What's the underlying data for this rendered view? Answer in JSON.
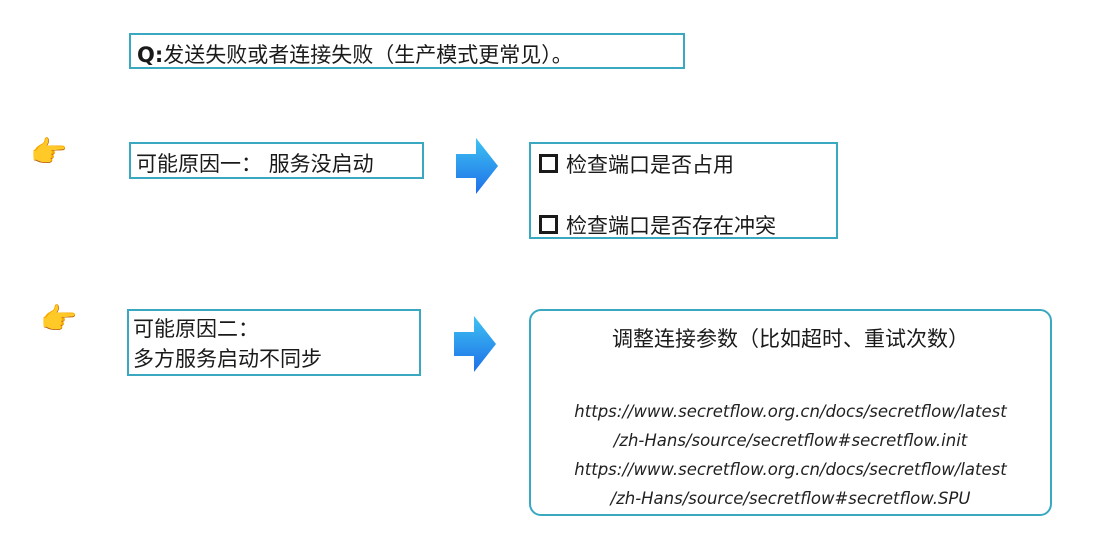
{
  "question": {
    "label": "Q:",
    "text": "发送失败或者连接失败（生产模式更常见）。"
  },
  "cause1": {
    "text": "可能原因一：  服务没启动",
    "solutions": [
      "检查端口是否占用",
      "检查端口是否存在冲突"
    ]
  },
  "cause2": {
    "line1": "可能原因二：",
    "line2": "多方服务启动不同步",
    "solution_title": "调整连接参数（比如超时、重试次数）",
    "links": [
      "https://www.secretflow.org.cn/docs/secretflow/latest",
      "/zh-Hans/source/secretflow#secretflow.init",
      "https://www.secretflow.org.cn/docs/secretflow/latest",
      "/zh-Hans/source/secretflow#secretflow.SPU"
    ]
  },
  "icons": {
    "pointer": "pointing-hand-icon",
    "arrow": "right-arrow-icon"
  },
  "colors": {
    "border": "#3aa8c1",
    "arrow_top": "#3ec3f2",
    "arrow_bottom": "#1e6fe8"
  }
}
